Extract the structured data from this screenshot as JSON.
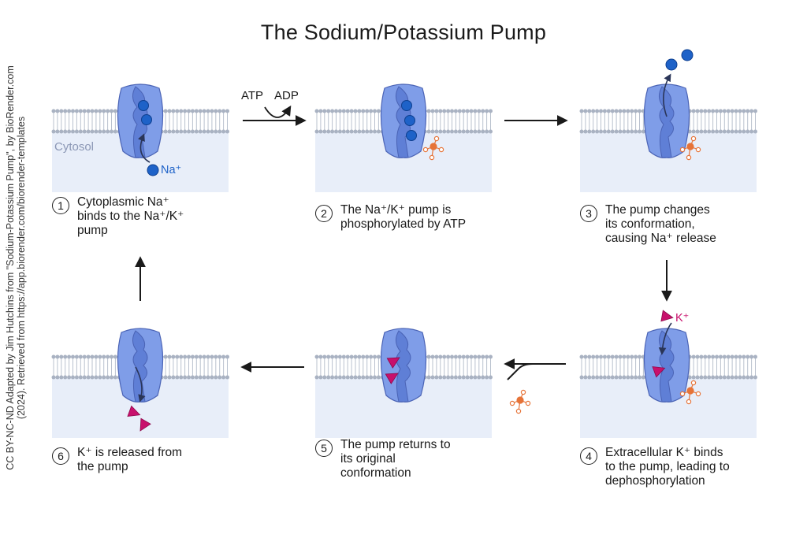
{
  "title": "The Sodium/Potassium Pump",
  "credit": {
    "line1": "CC BY-NC-ND Adapted by Jim Hutchins from \"Sodium-Potassium Pump\", by BioRender.com",
    "line2": "(2024). Retrieved from https://app.biorender.com/biorender-templates"
  },
  "labels": {
    "cytosol": "Cytosol",
    "na_ion": "Na⁺",
    "k_ion": "K⁺",
    "atp": "ATP",
    "adp": "ADP"
  },
  "steps": [
    {
      "number": "1",
      "text": "Cytoplasmic Na⁺\nbinds to the Na⁺/K⁺\npump"
    },
    {
      "number": "2",
      "text": "The Na⁺/K⁺ pump is\nphosphorylated by ATP"
    },
    {
      "number": "3",
      "text": "The pump changes\nits conformation,\ncausing Na⁺ release"
    },
    {
      "number": "4",
      "text": "Extracellular K⁺ binds\nto the pump, leading to\ndephosphorylation"
    },
    {
      "number": "5",
      "text": "The pump returns to\nits original\nconformation"
    },
    {
      "number": "6",
      "text": "K⁺ is released from\nthe pump"
    }
  ],
  "colors": {
    "cytosol_fill": "#e8eef9",
    "lipid_head": "#a9b2c2",
    "lipid_tail": "#b9c1ce",
    "pump_outer": "#7f9de8",
    "pump_inner": "#5f7fd6",
    "pump_stroke": "#4a63b5",
    "sodium": "#1e62c8",
    "potassium": "#c8106c",
    "phosphate": "#e67338",
    "arrow": "#1a1a1a",
    "ion_path": "#2a3558"
  },
  "icons": [
    "phosphate-icon",
    "sodium-ion-icon",
    "potassium-ion-icon",
    "pump-protein-icon"
  ]
}
